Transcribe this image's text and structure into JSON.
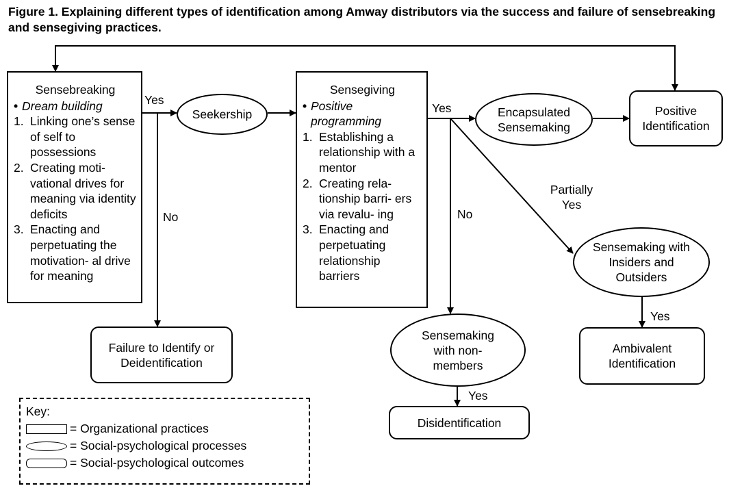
{
  "title": "Figure 1. Explaining different types of identification among Amway distributors via the success and failure of sensebreaking and sensegiving practices.",
  "sensebreaking": {
    "heading": "Sensebreaking",
    "bullet": "Dream building",
    "items": [
      {
        "num": "1.",
        "text": "Linking one’s sense of self to possessions"
      },
      {
        "num": "2.",
        "text": "Creating moti- vational drives for meaning via identity deficits"
      },
      {
        "num": "3.",
        "text": "Enacting and perpetuating the motivation- al drive for meaning"
      }
    ]
  },
  "sensegiving": {
    "heading": "Sensegiving",
    "bullet": "Positive programming",
    "items": [
      {
        "num": "1.",
        "text": "Establishing a relationship with a mentor"
      },
      {
        "num": "2.",
        "text": "Creating rela- tionship barri- ers via revalu- ing"
      },
      {
        "num": "3.",
        "text": "Enacting and perpetuating relationship barriers"
      }
    ]
  },
  "nodes": {
    "seekership": "Seekership",
    "encapsulated": "Encapsulated Sensemaking",
    "positive_identification": "Positive Identification",
    "insiders_outsiders": "Sensemaking with Insiders and Outsiders",
    "ambivalent": "Ambivalent Identification",
    "non_members": "Sensemaking with non-members",
    "disidentification": "Disidentification",
    "failure": "Failure to Identify or Deidentification"
  },
  "labels": {
    "yes_1": "Yes",
    "no_1": "No",
    "yes_2": "Yes",
    "no_2": "No",
    "partially_yes": "Partially Yes",
    "yes_3": "Yes",
    "yes_4": "Yes"
  },
  "key": {
    "title": "Key:",
    "organizational": "= Organizational practices",
    "processes": "= Social-psychological processes",
    "outcomes": "= Social-psychological outcomes"
  }
}
